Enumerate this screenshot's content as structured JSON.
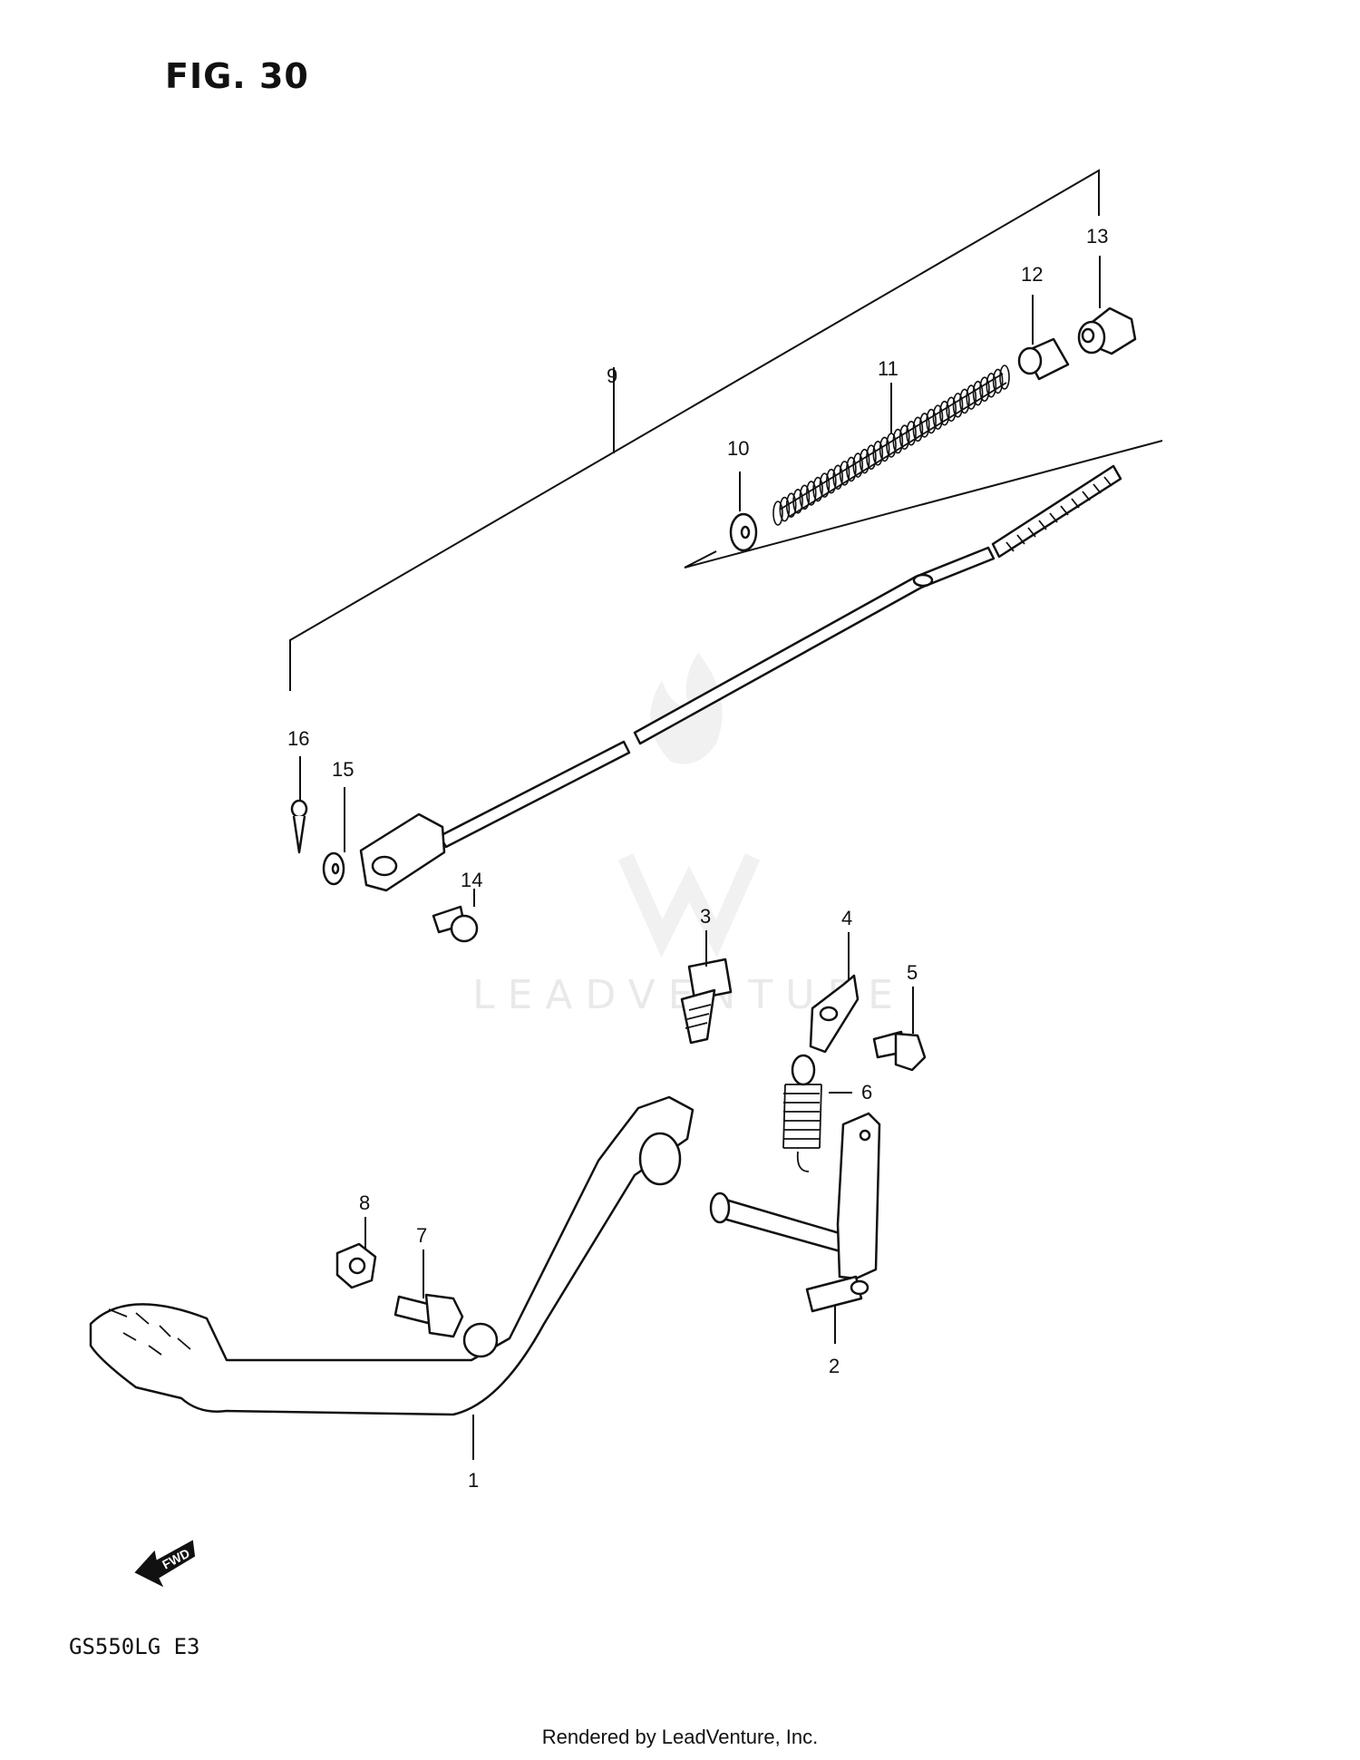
{
  "figure": {
    "title": "FIG. 30",
    "model": "GS550LG E3"
  },
  "footer": "Rendered by LeadVenture, Inc.",
  "watermark": "LEADVENTURE",
  "fwd_badge": "FWD",
  "callouts": [
    {
      "id": "label-1",
      "text": "1"
    },
    {
      "id": "label-2",
      "text": "2"
    },
    {
      "id": "label-3",
      "text": "3"
    },
    {
      "id": "label-4",
      "text": "4"
    },
    {
      "id": "label-5",
      "text": "5"
    },
    {
      "id": "label-6",
      "text": "6"
    },
    {
      "id": "label-7",
      "text": "7"
    },
    {
      "id": "label-8",
      "text": "8"
    },
    {
      "id": "label-9",
      "text": "9"
    },
    {
      "id": "label-10",
      "text": "10"
    },
    {
      "id": "label-11",
      "text": "11"
    },
    {
      "id": "label-12",
      "text": "12"
    },
    {
      "id": "label-13",
      "text": "13"
    },
    {
      "id": "label-14",
      "text": "14"
    },
    {
      "id": "label-15",
      "text": "15"
    },
    {
      "id": "label-16",
      "text": "16"
    }
  ]
}
